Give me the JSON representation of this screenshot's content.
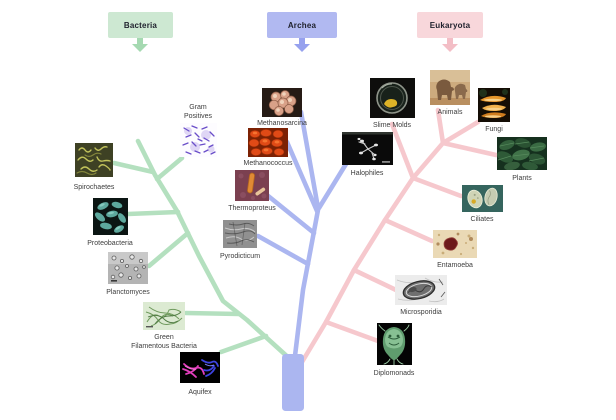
{
  "title_boxes": {
    "bacteria": {
      "label": "Bacteria"
    },
    "archea": {
      "label": "Archea"
    },
    "eukaryota": {
      "label": "Eukaryota"
    }
  },
  "taxa": {
    "spirochaetes": {
      "label": "Spirochaetes",
      "domain": "bacteria"
    },
    "gram_positives": {
      "label": "Gram\nPositives",
      "domain": "bacteria"
    },
    "proteobacteria": {
      "label": "Proteobacteria",
      "domain": "bacteria"
    },
    "planctomyces": {
      "label": "Planctomyces",
      "domain": "bacteria"
    },
    "green_filamentous": {
      "label": "Green\nFilamentous Bacteria",
      "domain": "bacteria"
    },
    "aquifex": {
      "label": "Aquifex",
      "domain": "bacteria"
    },
    "methanosarcina": {
      "label": "Methanosarcina",
      "domain": "archea"
    },
    "methanococcus": {
      "label": "Methanococcus",
      "domain": "archea"
    },
    "thermoproteus": {
      "label": "Thermoproteus",
      "domain": "archea"
    },
    "pyrodicticum": {
      "label": "Pyrodicticum",
      "domain": "archea"
    },
    "halophiles": {
      "label": "Halophiles",
      "domain": "archea"
    },
    "slime_molds": {
      "label": "Slime Molds",
      "domain": "eukaryota"
    },
    "animals": {
      "label": "Animals",
      "domain": "eukaryota"
    },
    "fungi": {
      "label": "Fungi",
      "domain": "eukaryota"
    },
    "plants": {
      "label": "Plants",
      "domain": "eukaryota"
    },
    "ciliates": {
      "label": "Ciliates",
      "domain": "eukaryota"
    },
    "entamoeba": {
      "label": "Entamoeba",
      "domain": "eukaryota"
    },
    "microsporidia": {
      "label": "Microsporidia",
      "domain": "eukaryota"
    },
    "diplomonads": {
      "label": "Diplomonads",
      "domain": "eukaryota"
    }
  },
  "colors": {
    "bacteria_box": "#cde8d2",
    "bacteria_arrow": "#a5d9b1",
    "bacteria_branch": "#b4e0bf",
    "archea_box": "#b1b9f1",
    "archea_arrow": "#96a1ee",
    "archea_branch": "#abb6f0",
    "eukaryota_box": "#f8d7db",
    "eukaryota_arrow": "#f3bec6",
    "eukaryota_branch": "#f6c8cd",
    "trunk": "#abb6f0"
  }
}
